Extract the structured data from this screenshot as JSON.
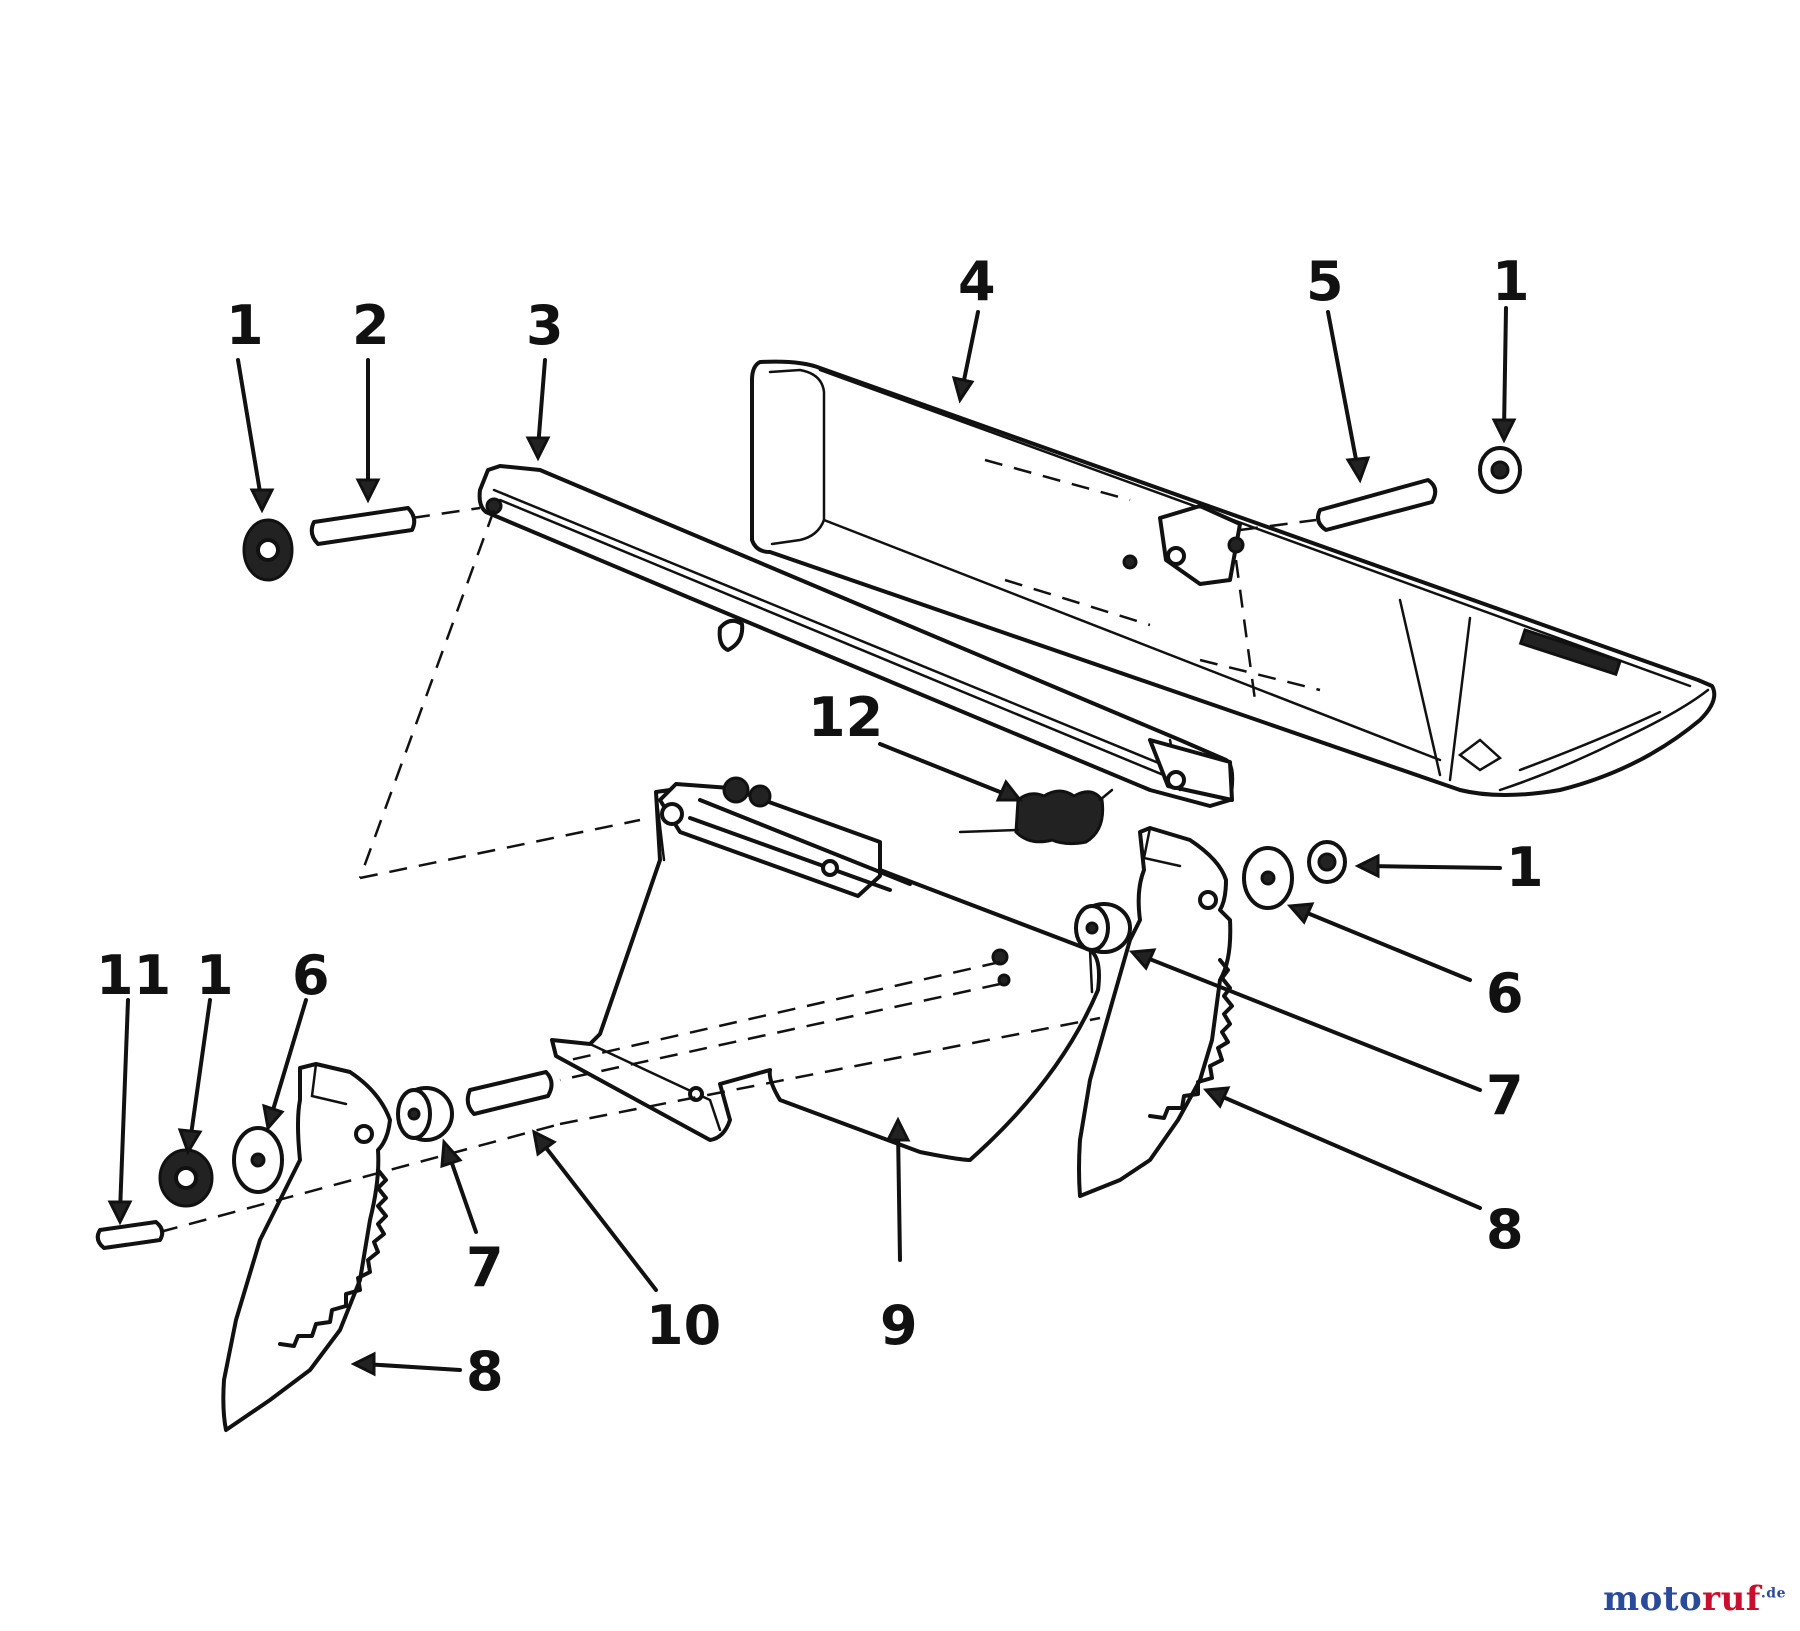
{
  "callouts": [
    {
      "id": "c1a",
      "text": "1"
    },
    {
      "id": "c2",
      "text": "2"
    },
    {
      "id": "c3",
      "text": "3"
    },
    {
      "id": "c4",
      "text": "4"
    },
    {
      "id": "c5",
      "text": "5"
    },
    {
      "id": "c1b",
      "text": "1"
    },
    {
      "id": "c12",
      "text": "12"
    },
    {
      "id": "c1c",
      "text": "1"
    },
    {
      "id": "c6a",
      "text": "6"
    },
    {
      "id": "c7a",
      "text": "7"
    },
    {
      "id": "c8a",
      "text": "8"
    },
    {
      "id": "c11",
      "text": "11"
    },
    {
      "id": "c1d",
      "text": "1"
    },
    {
      "id": "c6b",
      "text": "6"
    },
    {
      "id": "c7b",
      "text": "7"
    },
    {
      "id": "c10",
      "text": "10"
    },
    {
      "id": "c9",
      "text": "9"
    },
    {
      "id": "c8b",
      "text": "8"
    }
  ],
  "watermark": {
    "part1": "moto",
    "part2": "ruf",
    "part3": ".de"
  }
}
